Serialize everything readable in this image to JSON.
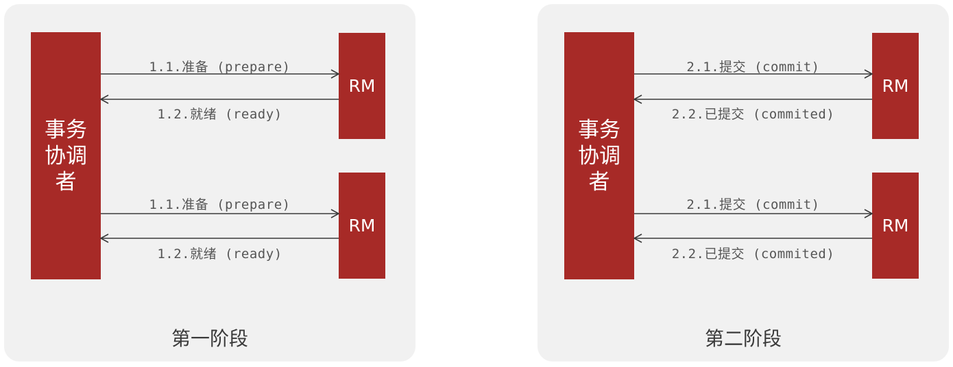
{
  "colors": {
    "block": "#a72a27",
    "panel": "#f1f1f1",
    "arrow": "#3a3a3a",
    "text": "#555555"
  },
  "panels": [
    {
      "coordinator": "事务协调者",
      "rm_top": "RM",
      "rm_bottom": "RM",
      "msg_top_request": "1.1.准备 (prepare)",
      "msg_top_response": "1.2.就绪 (ready)",
      "msg_bottom_request": "1.1.准备 (prepare)",
      "msg_bottom_response": "1.2.就绪 (ready)",
      "phase_label": "第一阶段"
    },
    {
      "coordinator": "事务协调者",
      "rm_top": "RM",
      "rm_bottom": "RM",
      "msg_top_request": "2.1.提交 (commit)",
      "msg_top_response": "2.2.已提交 (commited)",
      "msg_bottom_request": "2.1.提交 (commit)",
      "msg_bottom_response": "2.2.已提交 (commited)",
      "phase_label": "第二阶段"
    }
  ]
}
